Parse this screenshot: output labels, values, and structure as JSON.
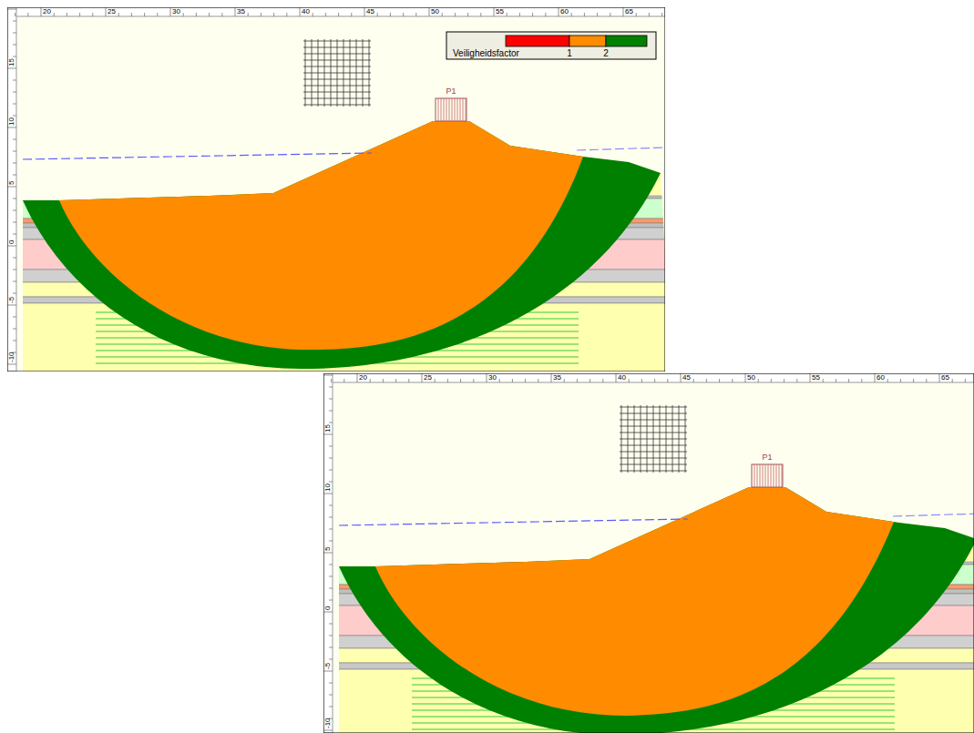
{
  "diagram": {
    "labels": [
      "20",
      "25",
      "30",
      "35",
      "40",
      "45",
      "50",
      "55",
      "60",
      "65",
      "15",
      "10",
      "5",
      "0",
      "-5",
      "-10",
      "P1",
      "Veiligheidsfactor",
      "1",
      "2",
      "20",
      "25",
      "30",
      "35",
      "40",
      "45",
      "50",
      "55",
      "60",
      "65",
      "15",
      "10",
      "5",
      "0",
      "-5",
      "-10",
      "P1"
    ]
  }
}
